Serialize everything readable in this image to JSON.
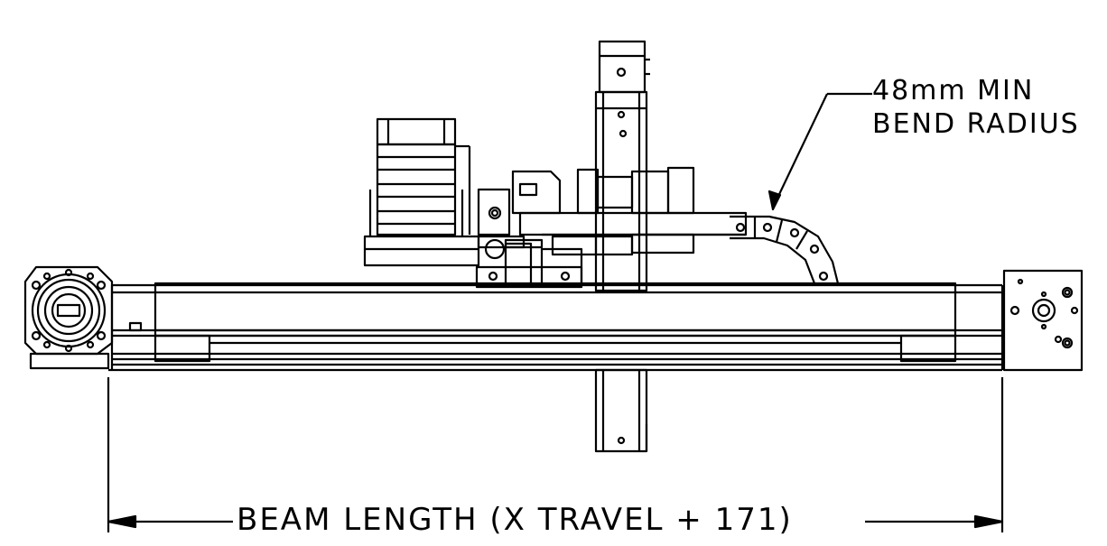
{
  "annotations": {
    "bend_radius_line1": "48mm MIN",
    "bend_radius_line2": "BEND RADIUS"
  },
  "dimension": {
    "beam_length_label": "BEAM LENGTH (X TRAVEL + 171)"
  },
  "colors": {
    "line": "#000000",
    "background": "#ffffff"
  }
}
